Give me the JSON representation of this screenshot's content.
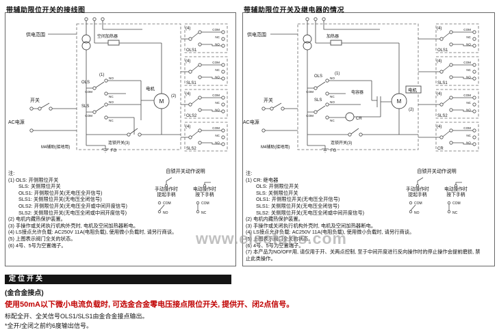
{
  "page": {
    "watermark": "www.elecfans.com"
  },
  "labels": {
    "power_range": "供电范围",
    "space_heater": "空间加热器",
    "heater": "加热器",
    "switch": "开关",
    "ac_power": "AC电源",
    "motor": "电机",
    "motor_m": "M",
    "capacitor": "电容器",
    "relay_cr": "CR",
    "interlock_switch": "连锁开关(3)",
    "aux_ground": "M4辅助(接地用)",
    "fg": "FG",
    "com": "COM",
    "no": "NO",
    "nc": "NC",
    "ols": "OLS",
    "sls": "SLS",
    "n1": "(1)",
    "n2": "(2)",
    "n4": "(4)"
  },
  "action": {
    "title": "自锁开关动作说明",
    "manual_line1": "手动操作时",
    "manual_line2": "提起手柄",
    "electric_line1": "电动操作时",
    "electric_line2": "按下手柄"
  },
  "left_panel": {
    "title": "带辅助限位开关的接线图",
    "groups": [
      "OLS1",
      "SLS1",
      "OLS2",
      "SLS2"
    ],
    "notes": [
      "注:",
      "(1) OLS: 开侧限位开关",
      "SLS: 关侧限位开关",
      "OLS1: 开侧限位开关(无电压全开信号)",
      "SLS1: 关侧限位开关(无电压全闭信号)",
      "OLS2: 开侧限位开关(无电压全开或中间开度信号)",
      "SLS2: 关侧限位开关(无电压全闭或中间开度信号)",
      "(2) 电机内藏热保护装置。",
      "(3) 手操作或关闭执行机构外壳时, 电机及空间加热器断电。",
      "(4) LS接点允许负载: AC250V 11A(电阻负载), 使用微小负载时, 请另行商谈。",
      "(5) 上图表示阀门全关的状态。",
      "(6) 4号、5号为空置端子。"
    ]
  },
  "right_panel": {
    "title": "带辅助限位开关及继电器的情况",
    "groups": [
      "OLS1",
      "SLS1",
      "SLS2",
      "CR"
    ],
    "notes": [
      "注:",
      "(1) CR: 继电器",
      "OLS: 开侧限位开关",
      "SLS: 关侧限位开关",
      "OLS1: 开侧限位开关(无电压全开信号)",
      "SLS1: 关侧限位开关(无电压全闭信号)",
      "SLS2: 关侧限位开关(无电压全闭或中间开度信号)",
      "(2) 电机内藏热保护装置。",
      "(3) 手操作或关闭执行机构外壳时, 电机及空间加热器断电。",
      "(4) LS接点允许负载: AC250V 11A(电阻负载), 使用微小负载时, 请另行商谈。",
      "(5) 上图表示阀门全关的状态。",
      "(6) 4号、5号为空置端子。",
      "(7) 本产品为NO/OFF用, 请仅用于开、关两点控制, 至于中间开度进行反向操作时的停止操作会提前磨损, 禁止此类操作。"
    ]
  },
  "bottom": {
    "section_title": "定位开关",
    "subtitle": "(金合金接点)",
    "highlight": "使用50mA以下微小电流负载时, 可选金合金零电压接点限位开关, 提供开、闭2点信号。",
    "highlight_color": "#c00000",
    "note1": "标配全开、全关信号OLS1/SLS1由金合金接点输出。",
    "note2": "*全开/全闭之前约6度输出信号。"
  }
}
